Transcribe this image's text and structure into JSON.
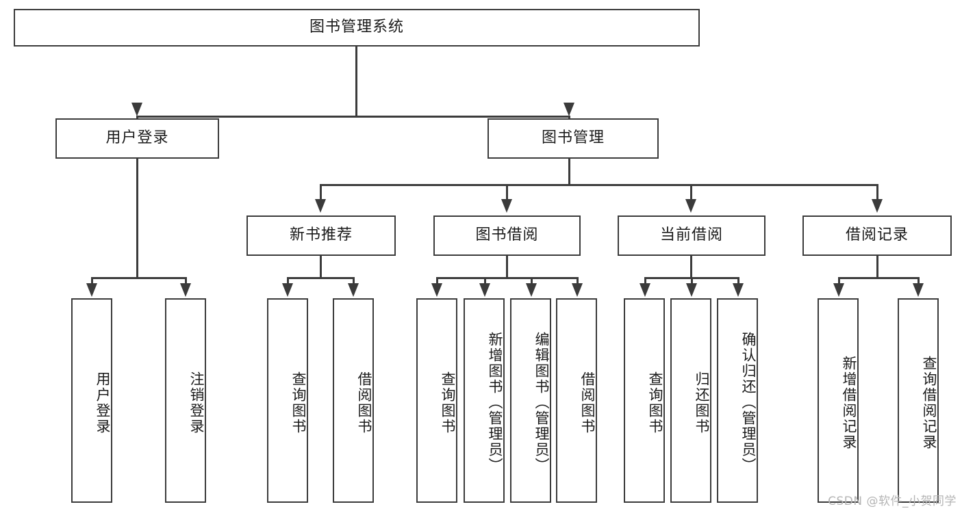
{
  "diagram": {
    "title": "图书管理系统",
    "type": "tree-hierarchy-chart",
    "root": {
      "label": "图书管理系统"
    },
    "level2": [
      {
        "label": "用户登录"
      },
      {
        "label": "图书管理"
      }
    ],
    "level3": [
      {
        "label": "新书推荐"
      },
      {
        "label": "图书借阅"
      },
      {
        "label": "当前借阅"
      },
      {
        "label": "借阅记录"
      }
    ],
    "leaves": {
      "user_login": [
        {
          "label": "用户登录"
        },
        {
          "label": "注销登录"
        }
      ],
      "new_book_recommend": [
        {
          "label": "查询图书"
        },
        {
          "label": "借阅图书"
        }
      ],
      "book_borrow": [
        {
          "label": "查询图书"
        },
        {
          "label": "新增图书（管理员）"
        },
        {
          "label": "编辑图书（管理员）"
        },
        {
          "label": "借阅图书"
        }
      ],
      "current_borrow": [
        {
          "label": "查询图书"
        },
        {
          "label": "归还图书"
        },
        {
          "label": "确认归还（管理员）"
        }
      ],
      "borrow_record": [
        {
          "label": "新增借阅记录"
        },
        {
          "label": "查询借阅记录"
        }
      ]
    }
  },
  "watermark": {
    "text": "CSDN @软件_小贺同学"
  },
  "colors": {
    "border": "#3b3b3b",
    "background": "#ffffff",
    "text": "#1a1a1a",
    "watermark": "#b4b4b4"
  }
}
